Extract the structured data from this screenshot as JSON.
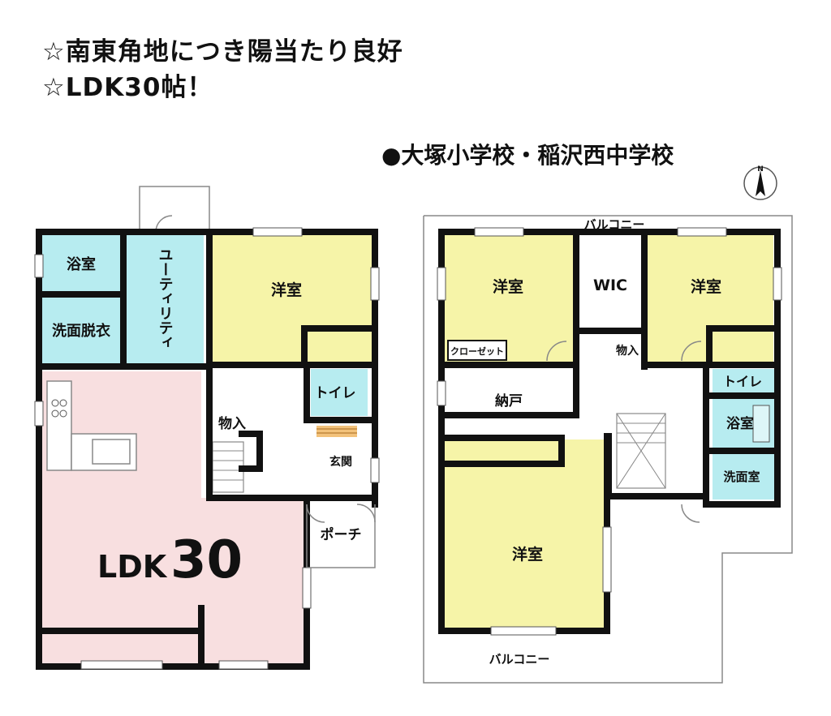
{
  "header": {
    "line1": "☆南東角地につき陽当たり良好",
    "line2": "☆LDK30帖！",
    "school": "●大塚小学校・稲沢西中学校"
  },
  "compass": {
    "north": "N"
  },
  "colors": {
    "yoshitsu": "#f6f4a8",
    "water": "#b7ecf0",
    "ldk": "#f8dfe0",
    "wall": "#111111"
  },
  "floor1": {
    "bath": "浴室",
    "washroom": "洗面脱衣",
    "utility": "ユーティリティ",
    "bedroom": "洋室",
    "toilet": "トイレ",
    "storage": "物入",
    "entrance": "玄関",
    "porch": "ポーチ",
    "ldk_prefix": "LDK",
    "ldk_size": "30"
  },
  "floor2": {
    "balcony_top": "バルコニー",
    "balcony_bottom": "バルコニー",
    "bedroom_left": "洋室",
    "wic": "WIC",
    "bedroom_right": "洋室",
    "closet": "クローゼット",
    "storage": "物入",
    "toilet": "トイレ",
    "closet_room": "納戸",
    "bath": "浴室",
    "washroom": "洗面室",
    "bedroom_main": "洋室"
  }
}
